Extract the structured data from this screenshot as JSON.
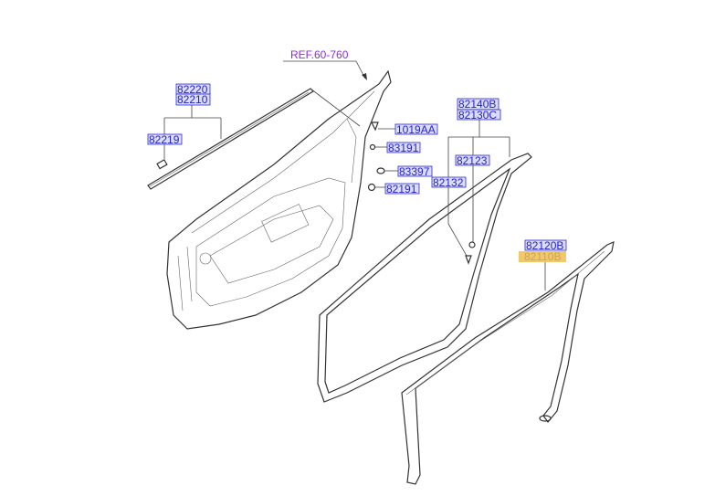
{
  "diagram": {
    "reference": "REF.60-760",
    "labels": {
      "p82220": "82220",
      "p82210": "82210",
      "p82219": "82219",
      "p1019AA": "1019AA",
      "p83191": "83191",
      "p83397": "83397",
      "p82191": "82191",
      "p82140B": "82140B",
      "p82130C": "82130C",
      "p82123": "82123",
      "p82132": "82132",
      "p82120B": "82120B",
      "p82110B": "82110B"
    },
    "colors": {
      "label_text": "#2323c8",
      "label_fill": "#dcdcff",
      "reference": "#8a2be2",
      "highlight": "#f2c86a"
    }
  }
}
